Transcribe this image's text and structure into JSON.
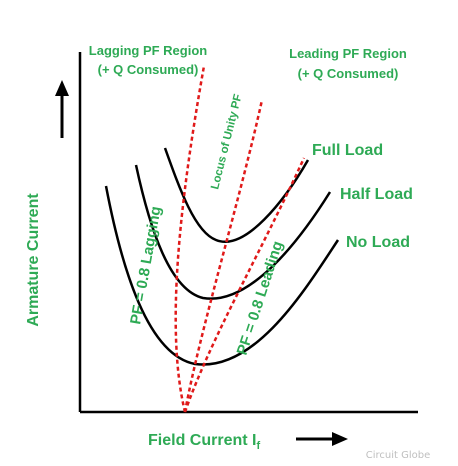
{
  "regions": {
    "lagging_line1": "Lagging PF Region",
    "lagging_line2": "(+ Q Consumed)",
    "leading_line1": "Leading PF Region",
    "leading_line2": "(+ Q Consumed)"
  },
  "axes": {
    "y_label": "Armature Current",
    "x_label": "Field Current I",
    "x_label_sub": "f"
  },
  "curves": {
    "full_load": "Full Load",
    "half_load": "Half Load",
    "no_load": "No Load"
  },
  "loci": {
    "unity": "Locus of Unity PF",
    "lagging": "PF = 0.8 Lagging",
    "leading": "PF = 0.8 Leading"
  },
  "watermark": "Circuit Globe",
  "colors": {
    "text_green": "#2eaa55",
    "curve": "#000000",
    "locus": "#e01a1a"
  }
}
